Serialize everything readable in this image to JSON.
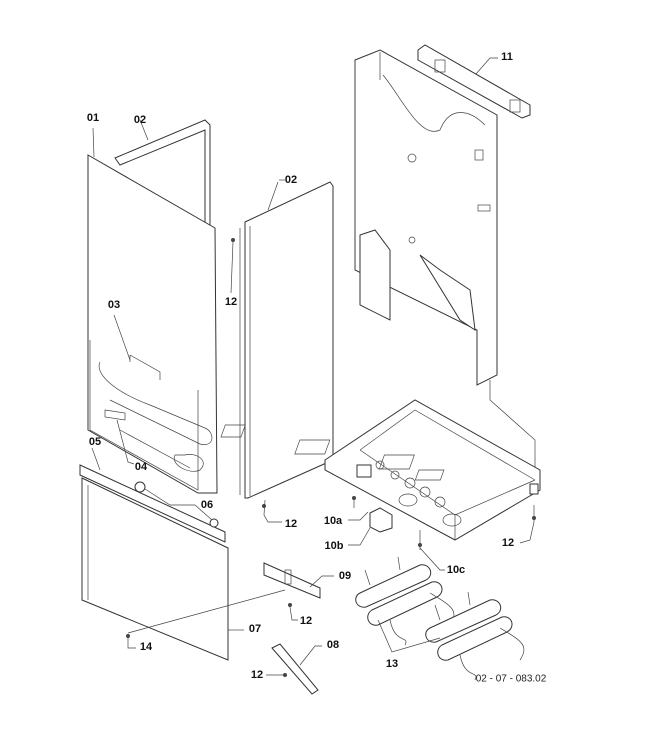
{
  "diagram": {
    "drawing_code": "02 - 07 - 083.02",
    "labels": [
      "01",
      "02",
      "02",
      "12",
      "03",
      "04",
      "05",
      "06",
      "12",
      "10a",
      "10b",
      "10c",
      "12",
      "09",
      "12",
      "07",
      "14",
      "08",
      "12",
      "13",
      "11"
    ]
  }
}
